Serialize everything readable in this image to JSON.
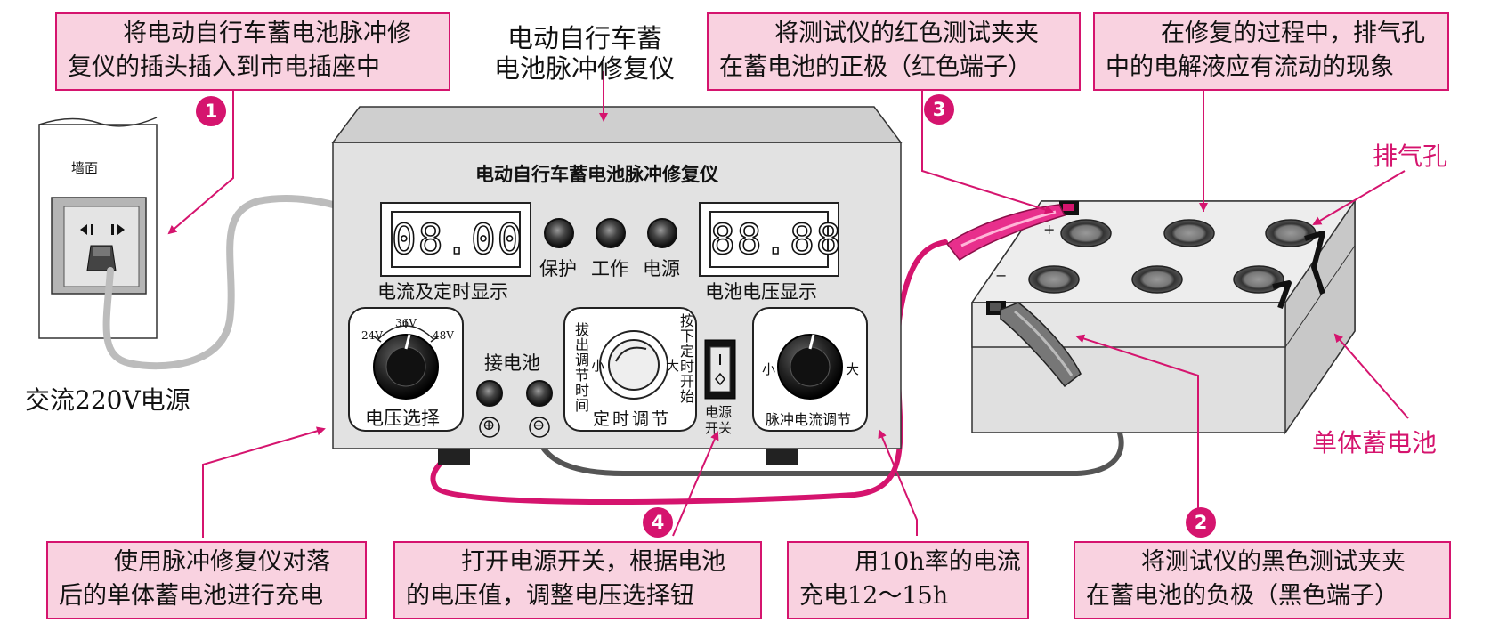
{
  "device": {
    "title_above": [
      "电动自行车蓄",
      "电池脉冲修复仪"
    ],
    "panel_title": "电动自行车蓄电池脉冲修复仪",
    "left_display_value": "08.00",
    "right_display_value": "88.88",
    "left_display_label": "电流及定时显示",
    "right_display_label": "电池电压显示",
    "indicators": [
      "保护",
      "工作",
      "电源"
    ],
    "voltage_knob": {
      "ticks": [
        "24V",
        "36V",
        "48V"
      ],
      "label": "电压选择"
    },
    "battery_terminals": {
      "label": "接电池",
      "plus": "⊕",
      "minus": "⊖"
    },
    "timer": {
      "left_text": "拔出调节时间",
      "right_text": "按下定时开始",
      "small": "小",
      "large": "大",
      "label": "定时调节"
    },
    "power_switch": {
      "label": [
        "电源",
        "开关"
      ]
    },
    "pulse_knob": {
      "small": "小",
      "large": "大",
      "label": "脉冲电流调节"
    }
  },
  "wall": {
    "label": "墙面",
    "power_label": "交流220V电源"
  },
  "battery": {
    "vent_label": "排气孔",
    "battery_label": "单体蓄电池",
    "plus": "+",
    "minus": "−"
  },
  "callouts": {
    "c1": {
      "lines": [
        "将电动自行车蓄电池脉冲修",
        "复仪的插头插入到市电插座中"
      ],
      "number": "1"
    },
    "c2": {
      "lines": [
        "将测试仪的黑色测试夹夹",
        "在蓄电池的负极（黑色端子）"
      ],
      "number": "2"
    },
    "c3": {
      "lines": [
        "将测试仪的红色测试夹夹",
        "在蓄电池的正极（红色端子）"
      ],
      "number": "3"
    },
    "c4": {
      "lines": [
        "打开电源开关，根据电池",
        "的电压值，调整电压选择钮"
      ],
      "number": "4"
    },
    "c5": {
      "lines": [
        "在修复的过程中，排气孔",
        "中的电解液应有流动的现象"
      ]
    },
    "c6": {
      "lines": [
        "使用脉冲修复仪对落",
        "后的单体蓄电池进行充电"
      ]
    },
    "c7": {
      "lines": [
        "用10h率的电流",
        "充电12～15h"
      ]
    }
  },
  "colors": {
    "accent": "#d5146e",
    "callout_fill": "#f9d2e0",
    "device_body": "#e2e2e2"
  }
}
